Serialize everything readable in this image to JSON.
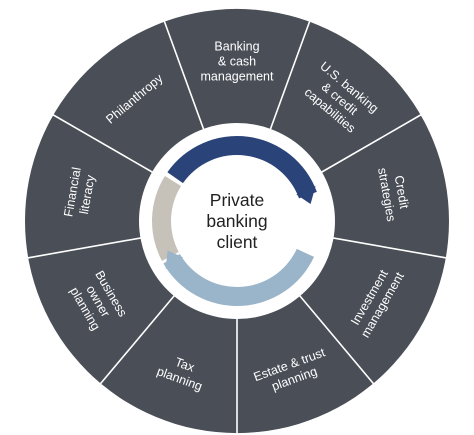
{
  "center": {
    "lines": [
      "Private",
      "banking",
      "client"
    ]
  },
  "segments": [
    {
      "lines": [
        "Banking",
        "& cash",
        "management"
      ]
    },
    {
      "lines": [
        "U.S. banking",
        "& credit",
        "capabilities"
      ]
    },
    {
      "lines": [
        "Credit",
        "strategies"
      ]
    },
    {
      "lines": [
        "Investment",
        "management"
      ]
    },
    {
      "lines": [
        "Estate & trust",
        "planning"
      ]
    },
    {
      "lines": [
        "Tax",
        "planning"
      ]
    },
    {
      "lines": [
        "Business",
        "owner",
        "planning"
      ]
    },
    {
      "lines": [
        "Financial",
        "literacy"
      ]
    },
    {
      "lines": [
        "Philanthropy"
      ]
    }
  ],
  "colors": {
    "outer_ring": "#4a4e57",
    "divider": "#ffffff",
    "arc_top": "#2a4379",
    "arc_bottom": "#9ab4c9",
    "arc_left": "#c7c2b9",
    "center_fill": "#ffffff",
    "center_text": "#222222",
    "segment_text": "#ffffff"
  }
}
